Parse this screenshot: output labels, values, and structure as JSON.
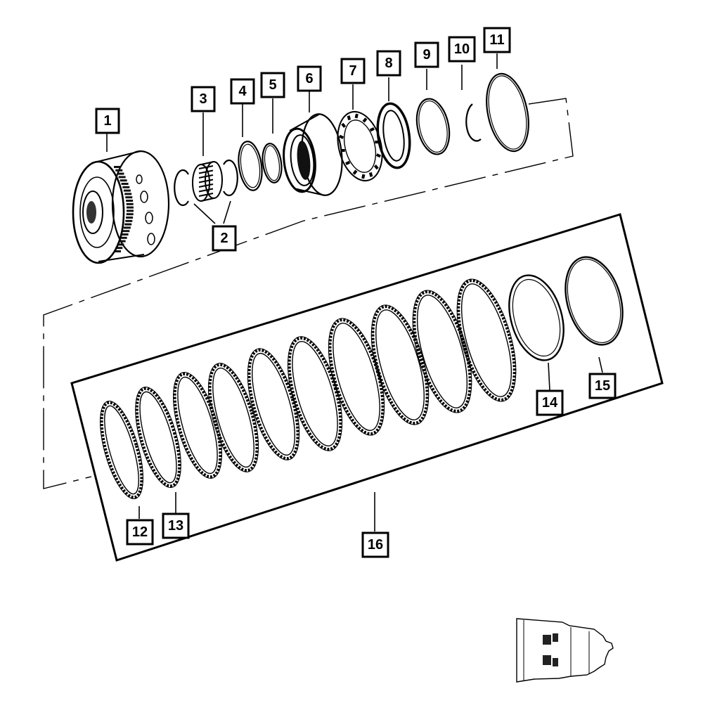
{
  "callouts": {
    "c1": "1",
    "c2": "2",
    "c3": "3",
    "c4": "4",
    "c5": "5",
    "c6": "6",
    "c7": "7",
    "c8": "8",
    "c9": "9",
    "c10": "10",
    "c11": "11",
    "c12": "12",
    "c13": "13",
    "c14": "14",
    "c15": "15",
    "c16": "16"
  },
  "colors": {
    "line": "#000000",
    "background": "#ffffff",
    "locator_fill": "#222222"
  },
  "icons": [
    "clutch-hub-drum",
    "snap-ring",
    "needle-bearing",
    "seal-ring",
    "piston",
    "return-spring-plate",
    "piston-seal",
    "friction-disc",
    "steel-plate",
    "reaction-plate",
    "transmission-locator"
  ]
}
